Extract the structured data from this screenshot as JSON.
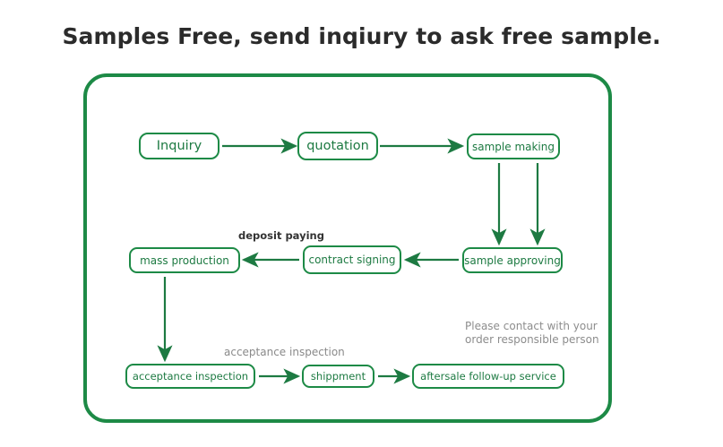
{
  "title": "Samples Free, send inqiury to ask free sample.",
  "colors": {
    "green": "#1d8a46",
    "green_text": "#1d7a42",
    "title_text": "#2b2b2b",
    "label_dark": "#333333",
    "label_gray": "#8a8a8a",
    "background": "#ffffff"
  },
  "flowchart": {
    "nodes": [
      {
        "id": "inquiry",
        "label": "Inquiry"
      },
      {
        "id": "quotation",
        "label": "quotation"
      },
      {
        "id": "sample-making",
        "label": "sample making"
      },
      {
        "id": "sample-approving",
        "label": "sample approving"
      },
      {
        "id": "contract-signing",
        "label": "contract signing"
      },
      {
        "id": "mass-production",
        "label": "mass production"
      },
      {
        "id": "acceptance-inspection",
        "label": "acceptance inspection"
      },
      {
        "id": "shippment",
        "label": "shippment"
      },
      {
        "id": "aftersale",
        "label": "aftersale follow-up service"
      }
    ],
    "edge_labels": [
      {
        "id": "deposit-paying",
        "text": "deposit paying"
      },
      {
        "id": "acceptance-inspection",
        "text": "acceptance inspection"
      }
    ],
    "note": "Please contact with your\norder responsible person"
  }
}
